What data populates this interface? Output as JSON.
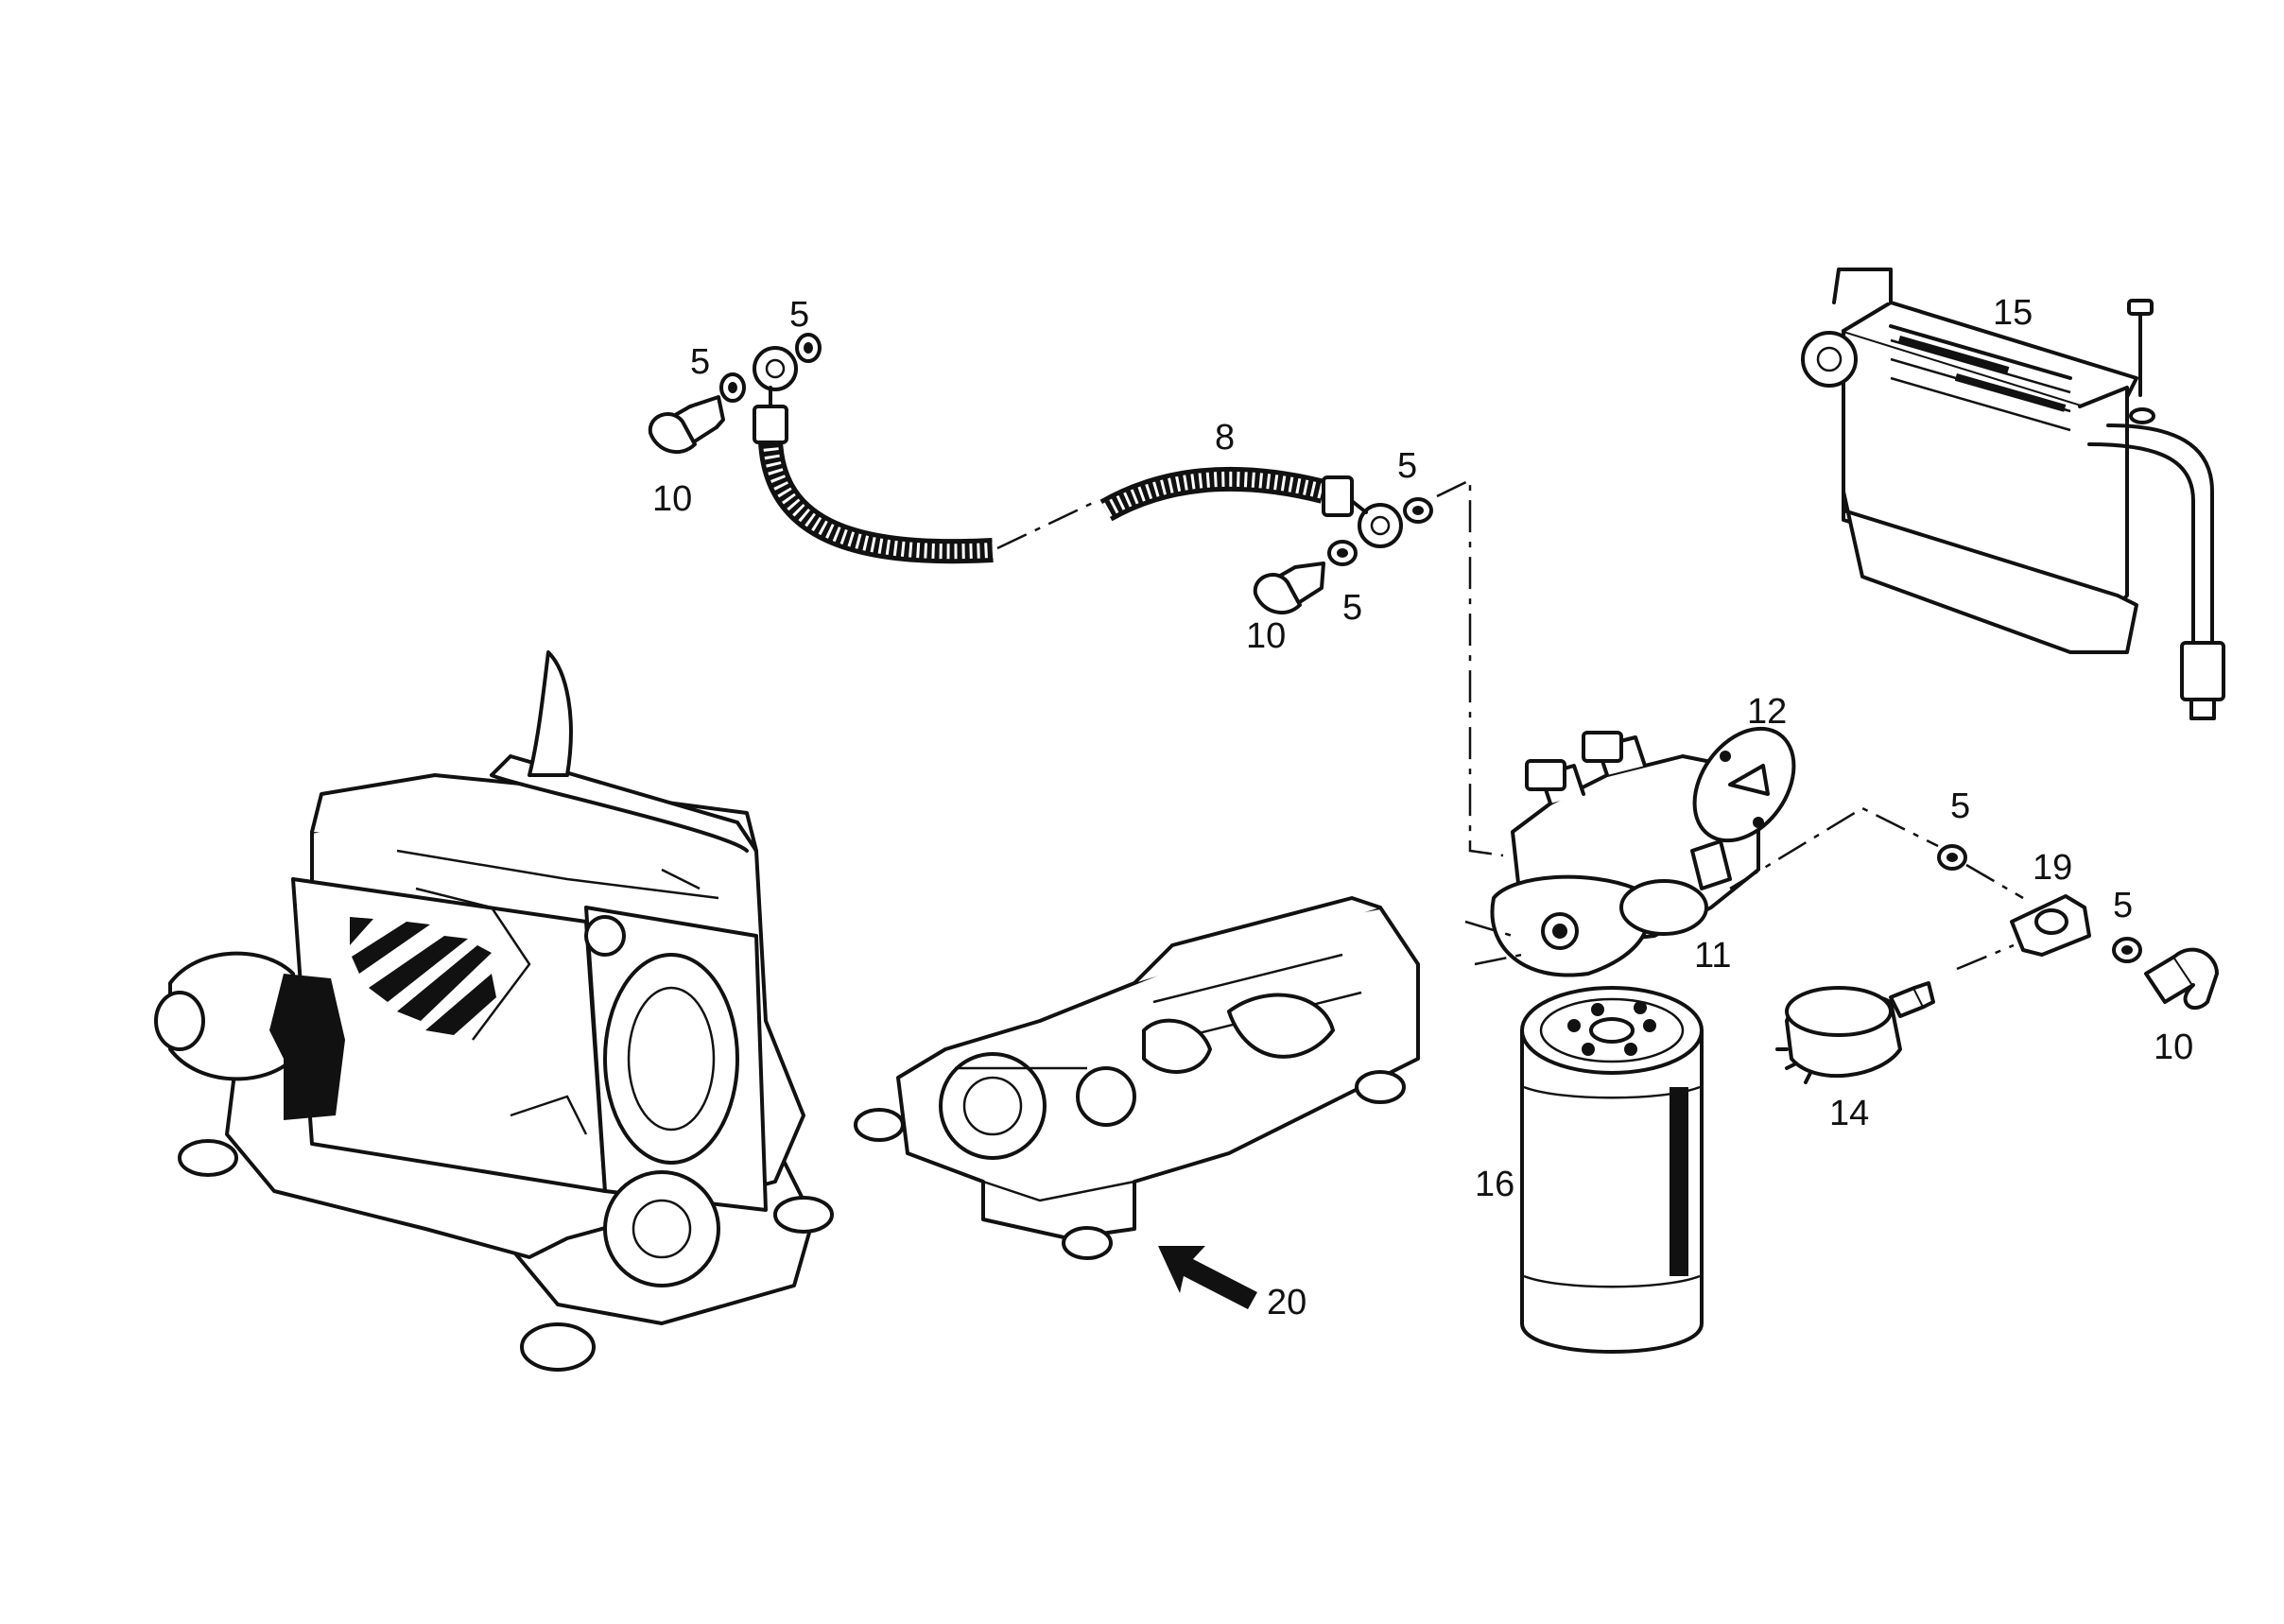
{
  "labels": {
    "l5a": "5",
    "l5b": "5",
    "l10a": "10",
    "l8": "8",
    "l5c": "5",
    "l10b": "10",
    "l5d": "5",
    "l15": "15",
    "l12": "12",
    "l5e": "5",
    "l19": "19",
    "l5f": "5",
    "l11": "11",
    "l10c": "10",
    "l14": "14",
    "l16": "16",
    "l20": "20"
  }
}
